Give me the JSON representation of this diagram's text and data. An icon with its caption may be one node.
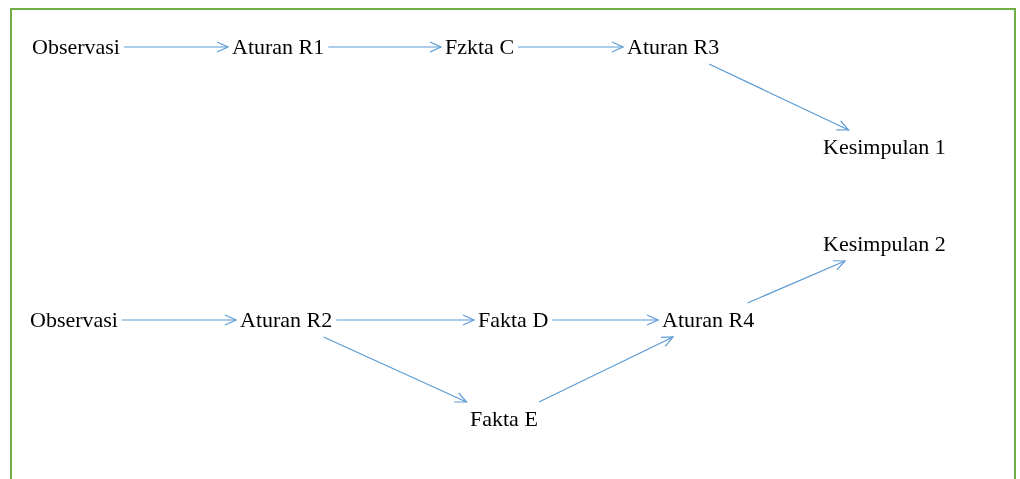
{
  "diagram": {
    "nodes": [
      {
        "text": [
          "Observasi"
        ]
      },
      {
        "text": [
          "Aturan R1"
        ]
      },
      {
        "text": [
          "Fzkta C"
        ]
      },
      {
        "text": [
          "Aturan R3"
        ]
      },
      {
        "text": [
          "Kesimpulan 1"
        ]
      },
      {
        "text": [
          "Kesimpulan 2"
        ]
      },
      {
        "text": [
          "Observasi"
        ]
      },
      {
        "text": [
          "Aturan R2"
        ]
      },
      {
        "text": [
          "Fakta D"
        ]
      },
      {
        "text": [
          "Aturan R4"
        ]
      },
      {
        "text": [
          "Fakta E"
        ]
      }
    ],
    "edges": [
      {
        "from": 0,
        "to": 1,
        "arrow": "to"
      },
      {
        "from": 1,
        "to": 2,
        "arrow": "to"
      },
      {
        "from": 2,
        "to": 3,
        "arrow": "to"
      },
      {
        "from": 3,
        "to": 4,
        "arrow": "to"
      },
      {
        "from": 6,
        "to": 7,
        "arrow": "to"
      },
      {
        "from": 7,
        "to": 8,
        "arrow": "to"
      },
      {
        "from": 8,
        "to": 9,
        "arrow": "to"
      },
      {
        "from": 7,
        "to": 10,
        "arrow": "to"
      },
      {
        "from": 10,
        "to": 9,
        "arrow": "to"
      },
      {
        "from": 9,
        "to": 5,
        "arrow": "to"
      }
    ]
  }
}
